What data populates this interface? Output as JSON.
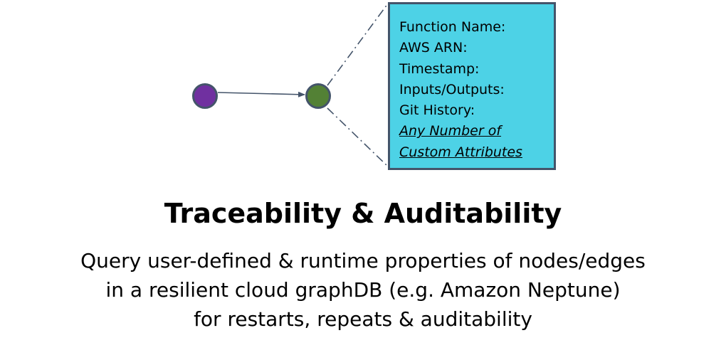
{
  "diagram": {
    "nodes": [
      {
        "id": "source-node",
        "color": "#7030a0",
        "stroke": "#44546a"
      },
      {
        "id": "target-node",
        "color": "#538135",
        "stroke": "#44546a"
      }
    ],
    "edge": {
      "from": "source-node",
      "to": "target-node",
      "color": "#44546a"
    },
    "leader_line_color": "#44546a"
  },
  "callout": {
    "background": "#4dd2e6",
    "border": "#44546a",
    "fields": [
      "Function Name:",
      "AWS ARN:",
      "Timestamp:",
      "Inputs/Outputs:",
      "Git History:"
    ],
    "custom_line_1": "Any Number of ",
    "custom_line_2": "Custom Attributes"
  },
  "title": "Traceability & Auditability",
  "subtitle": {
    "line_1": "Query user-defined & runtime properties of nodes/edges",
    "line_2": "in a resilient cloud graphDB (e.g. Amazon Neptune)",
    "line_3": "for restarts, repeats & auditability"
  }
}
